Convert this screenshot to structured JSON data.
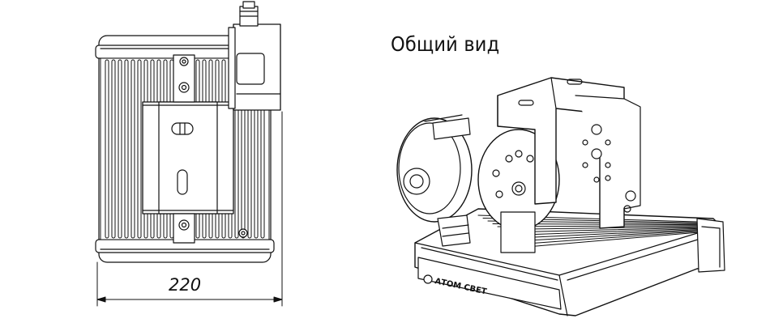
{
  "general_view_label": "Общий вид",
  "dimension_width": "220",
  "brand_logo_text": "АТОМ СВЕТ",
  "line_color": "#111111"
}
